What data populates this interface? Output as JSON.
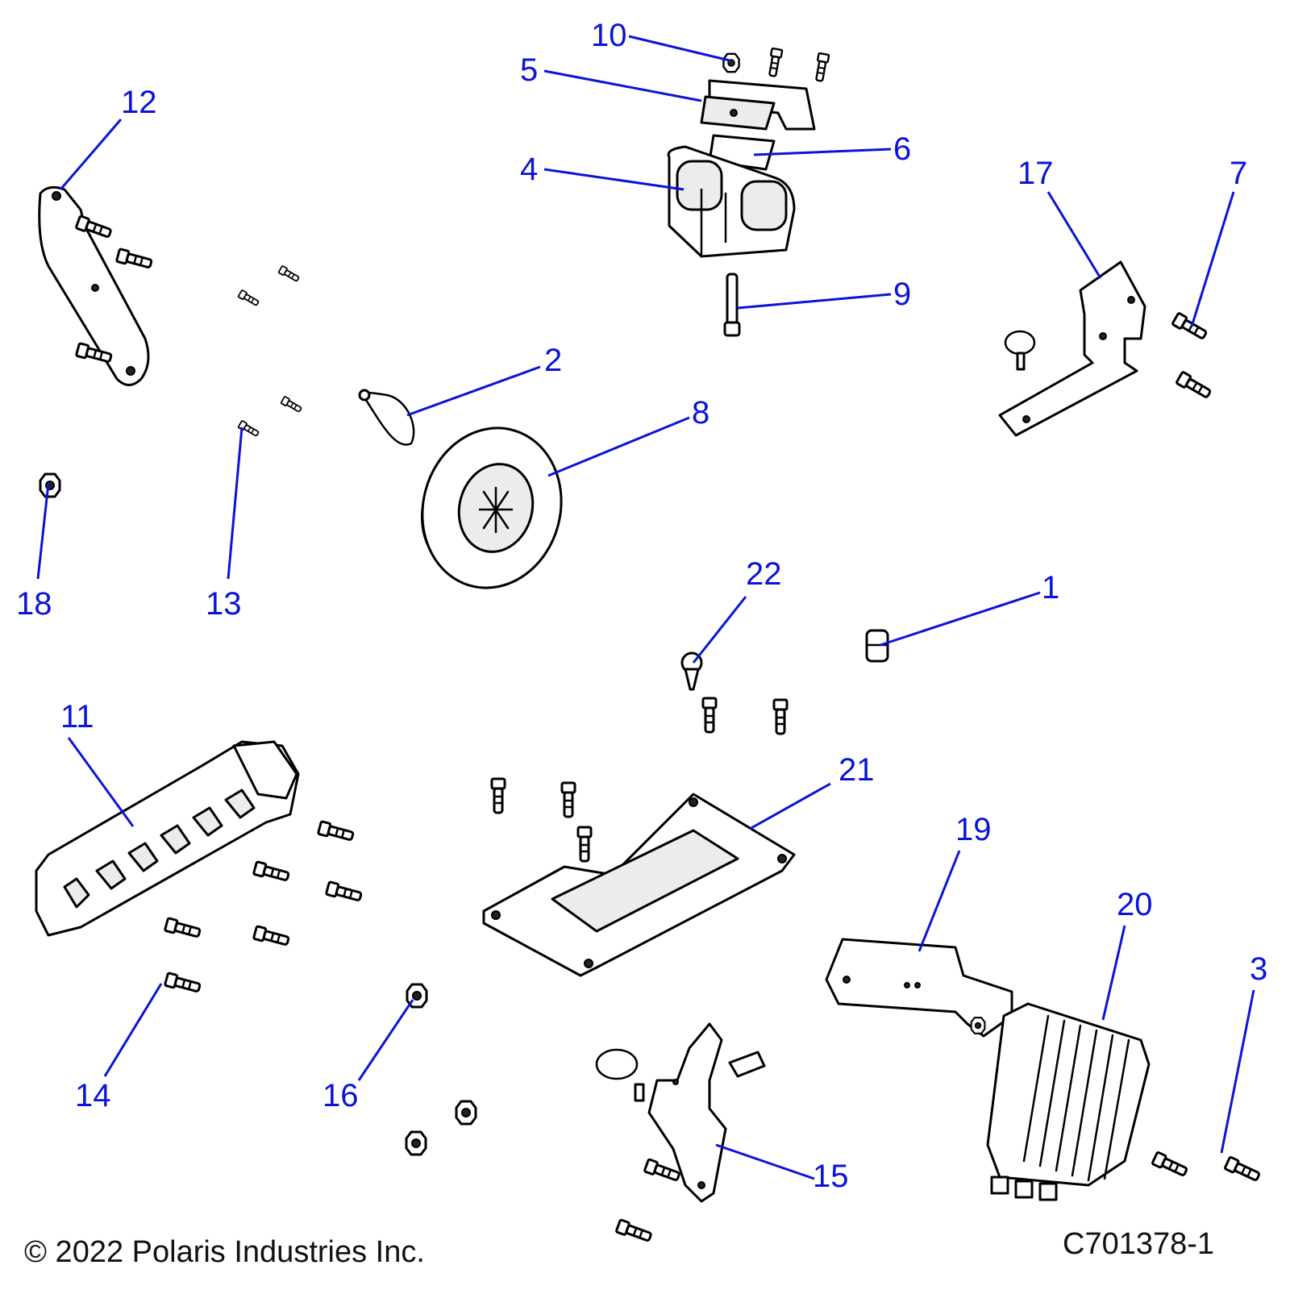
{
  "callouts": {
    "c1": "1",
    "c2": "2",
    "c3": "3",
    "c4": "4",
    "c5": "5",
    "c6": "6",
    "c7": "7",
    "c8": "8",
    "c9": "9",
    "c10": "10",
    "c11": "11",
    "c12": "12",
    "c13": "13",
    "c14": "14",
    "c15": "15",
    "c16": "16",
    "c17": "17",
    "c18": "18",
    "c19": "19",
    "c20": "20",
    "c21": "21",
    "c22": "22"
  },
  "footer": {
    "copyright": "© 2022 Polaris Industries Inc.",
    "drawing_id": "C701378-1"
  },
  "colors": {
    "callout": "#0a14d8",
    "line_art": "#000000",
    "background": "#ffffff"
  }
}
